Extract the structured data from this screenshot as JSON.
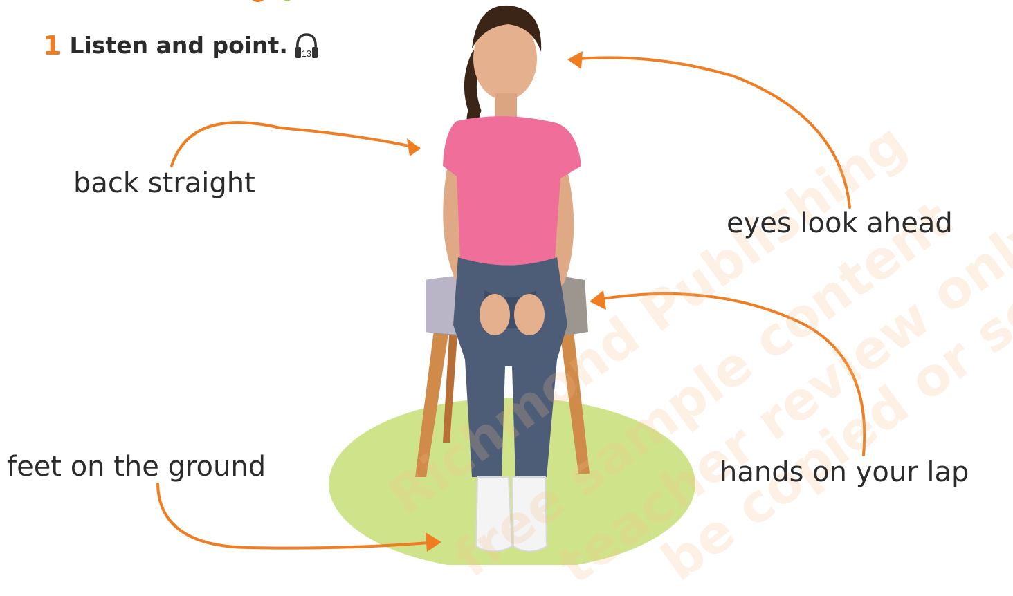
{
  "activity": {
    "number": "1",
    "instruction": "Listen and point.",
    "track": "13"
  },
  "labels": {
    "back": "back straight",
    "eyes": "eyes look ahead",
    "feet": "feet on the ground",
    "hands": "hands on your lap"
  },
  "watermark": [
    "Richmond Publishing",
    "free sample content",
    "teacher review only",
    "be copied or sold"
  ],
  "colors": {
    "accent": "#ef7d22",
    "mat": "#cfe38a",
    "shirt": "#ef6f9a",
    "jeans": "#4d5d78",
    "watermark": "#f5be8c"
  },
  "icons": [
    "headphones-icon",
    "leaf-icon"
  ]
}
